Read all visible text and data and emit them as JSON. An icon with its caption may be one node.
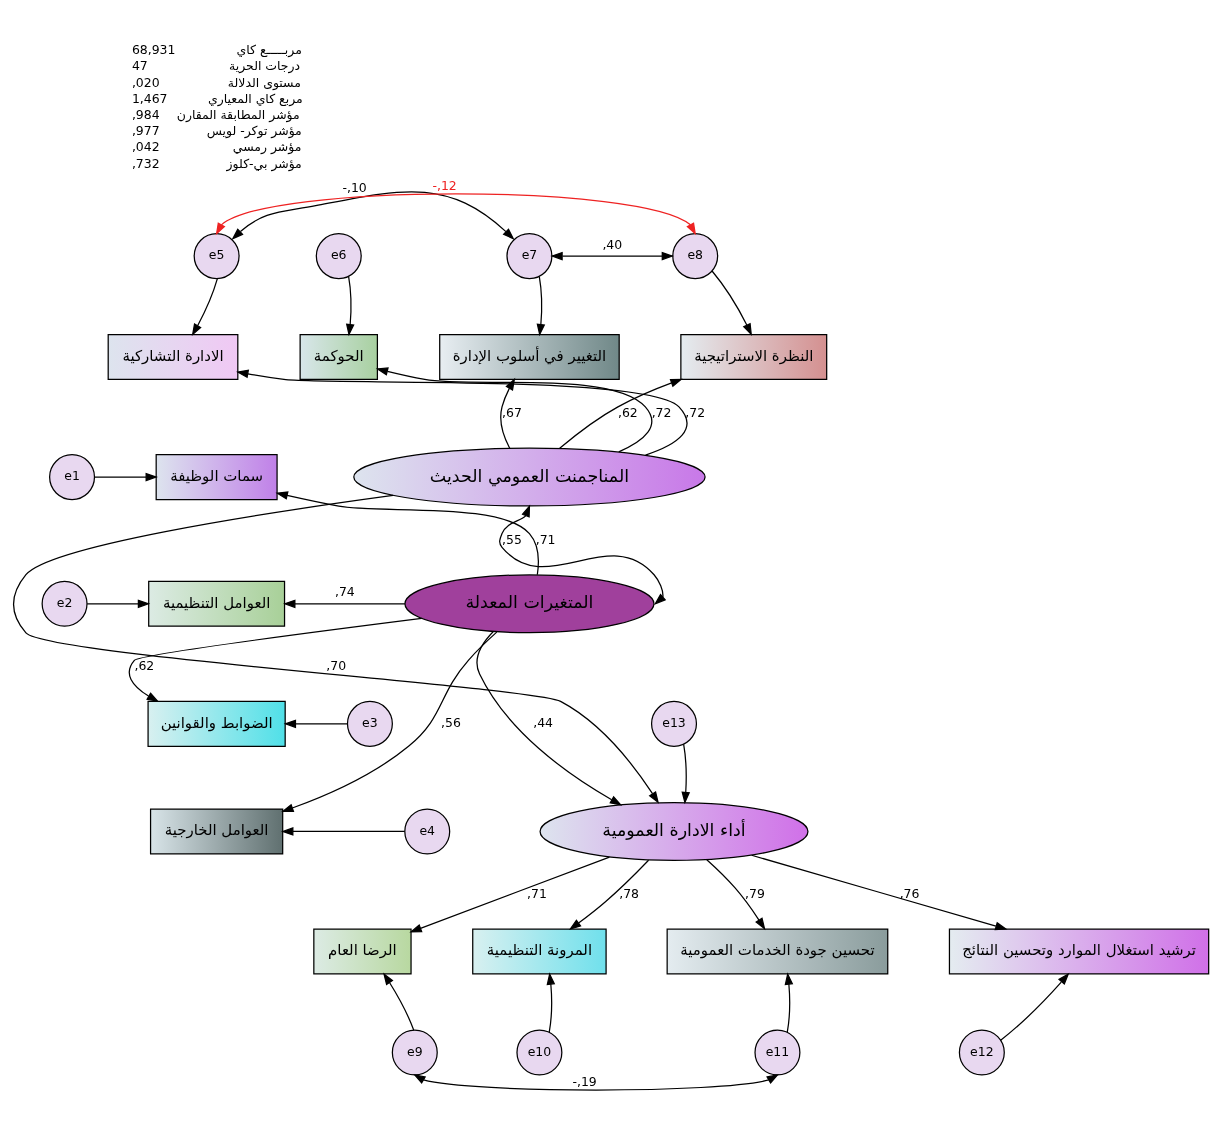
{
  "diagram": {
    "nodes": [
      {
        "text": [
          "e5"
        ]
      },
      {
        "text": [
          "e6"
        ]
      },
      {
        "text": [
          "e7"
        ]
      },
      {
        "text": [
          "e8"
        ]
      },
      {
        "text": [
          "الادارة التشاركية"
        ]
      },
      {
        "text": [
          "الحوكمة"
        ]
      },
      {
        "text": [
          "التغيير في أسلوب الإدارة"
        ]
      },
      {
        "text": [
          "النظرة الاستراتيجية"
        ]
      },
      {
        "text": [
          "المناجمنت العمومي الحديث"
        ]
      },
      {
        "text": [
          "e1"
        ]
      },
      {
        "text": [
          "سمات الوظيفة"
        ]
      },
      {
        "text": [
          "e2"
        ]
      },
      {
        "text": [
          "العوامل التنظيمية"
        ]
      },
      {
        "text": [
          "e3"
        ]
      },
      {
        "text": [
          "الضوابط والقوانين"
        ]
      },
      {
        "text": [
          "e4"
        ]
      },
      {
        "text": [
          "العوامل الخارجية"
        ]
      },
      {
        "text": [
          "المتغيرات المعدلة"
        ]
      },
      {
        "text": [
          "e13"
        ]
      },
      {
        "text": [
          "أداء الادارة العمومية"
        ]
      },
      {
        "text": [
          "الرضا العام"
        ]
      },
      {
        "text": [
          "المرونة التنظيمية"
        ]
      },
      {
        "text": [
          "تحسين جودة الخدمات العمومية"
        ]
      },
      {
        "text": [
          "ترشيد استغلال الموارد وتحسين النتائج"
        ]
      },
      {
        "text": [
          "e9"
        ]
      },
      {
        "text": [
          "e10"
        ]
      },
      {
        "text": [
          "e11"
        ]
      },
      {
        "text": [
          "e12"
        ]
      }
    ],
    "edges": [
      {
        "from": 0,
        "to": 4,
        "arrow": "to"
      },
      {
        "from": 1,
        "to": 5,
        "arrow": "to"
      },
      {
        "from": 2,
        "to": 6,
        "arrow": "to"
      },
      {
        "from": 3,
        "to": 7,
        "arrow": "to"
      },
      {
        "from": 8,
        "to": 4,
        "arrow": "to",
        "label": ",72"
      },
      {
        "from": 8,
        "to": 5,
        "arrow": "to",
        "label": ",72"
      },
      {
        "from": 8,
        "to": 6,
        "arrow": "to",
        "label": ",67"
      },
      {
        "from": 8,
        "to": 7,
        "arrow": "to",
        "label": ",62"
      },
      {
        "from": 2,
        "to": 0,
        "arrow": "both",
        "label": "-,10"
      },
      {
        "from": 3,
        "to": 2,
        "arrow": "both",
        "label": ",40"
      },
      {
        "from": 3,
        "to": 0,
        "arrow": "both",
        "label": "-,12",
        "color": "#ee2222"
      },
      {
        "from": 9,
        "to": 10,
        "arrow": "to"
      },
      {
        "from": 11,
        "to": 12,
        "arrow": "to"
      },
      {
        "from": 13,
        "to": 14,
        "arrow": "to"
      },
      {
        "from": 15,
        "to": 16,
        "arrow": "to"
      },
      {
        "from": 17,
        "to": 10,
        "arrow": "to",
        "label": ",71"
      },
      {
        "from": 17,
        "to": 12,
        "arrow": "to",
        "label": ",74"
      },
      {
        "from": 17,
        "to": 14,
        "arrow": "to",
        "label": ",62"
      },
      {
        "from": 17,
        "to": 16,
        "arrow": "to",
        "label": ",56"
      },
      {
        "from": 17,
        "to": 8,
        "arrow": "both",
        "label": ",55"
      },
      {
        "from": 17,
        "to": 19,
        "arrow": "to",
        "label": ",44"
      },
      {
        "from": 18,
        "to": 19,
        "arrow": "to"
      },
      {
        "from": 8,
        "to": 19,
        "arrow": "to",
        "label": ",70"
      },
      {
        "from": 19,
        "to": 20,
        "arrow": "to",
        "label": ",71"
      },
      {
        "from": 19,
        "to": 21,
        "arrow": "to",
        "label": ",78"
      },
      {
        "from": 19,
        "to": 22,
        "arrow": "to",
        "label": ",79"
      },
      {
        "from": 19,
        "to": 23,
        "arrow": "to",
        "label": ",76"
      },
      {
        "from": 24,
        "to": 20,
        "arrow": "to"
      },
      {
        "from": 25,
        "to": 21,
        "arrow": "to"
      },
      {
        "from": 26,
        "to": 22,
        "arrow": "to"
      },
      {
        "from": 27,
        "to": 23,
        "arrow": "to"
      },
      {
        "from": 24,
        "to": 26,
        "arrow": "both",
        "label": "-,19"
      }
    ],
    "labels": [
      "مربـــــع كاي",
      "68,931",
      "درجات الحرية",
      "47",
      "مستوى الدلالة",
      ",020",
      "مربع كاي المعياري",
      "1,467",
      "مؤشر المطابقة المقارن",
      ",984",
      "مؤشر توكر- لويس",
      ",977",
      "مؤشر رمسي",
      ",042",
      "مؤشر بي-كلوز",
      ",732"
    ]
  }
}
